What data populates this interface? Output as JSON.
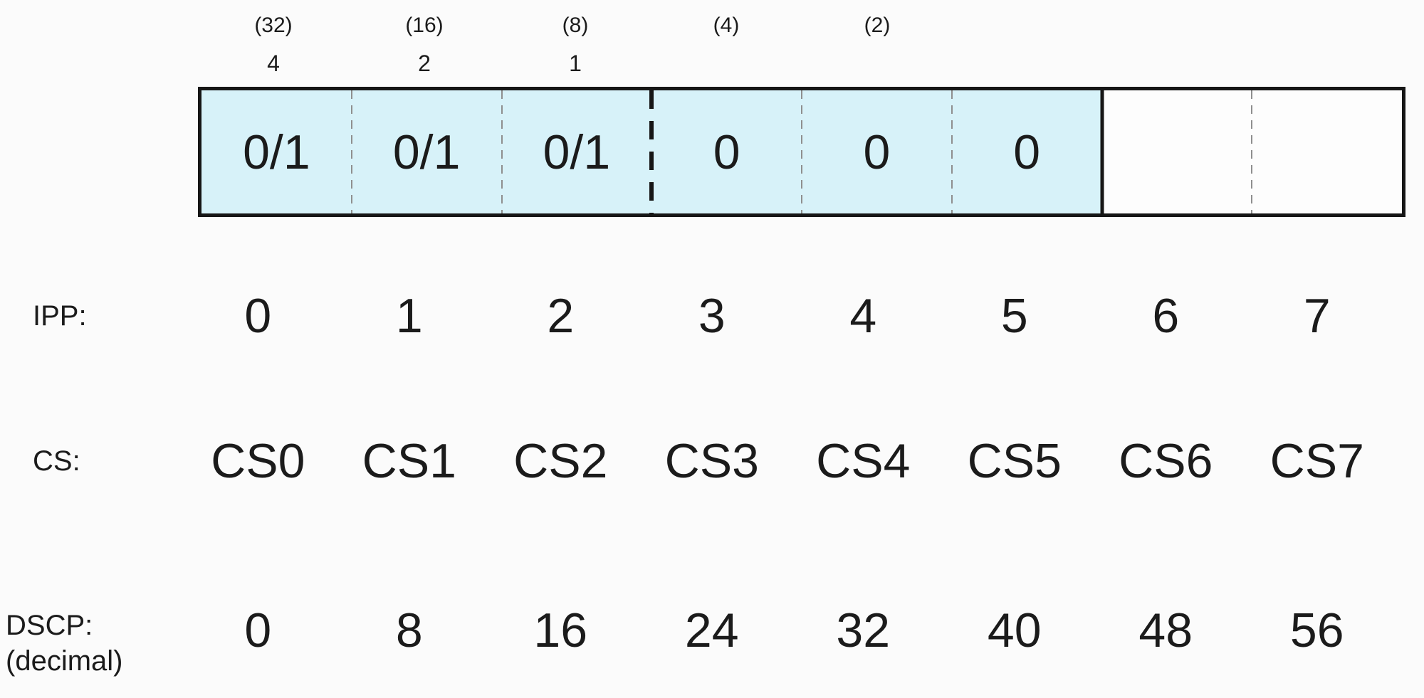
{
  "colors": {
    "background": "#fbfbfb",
    "cell_fill": "#d7f2f9",
    "border": "#161616",
    "divider_gray": "#8f8f8f",
    "text": "#1b1b1b"
  },
  "bit_field": {
    "dscp_weight_labels": [
      "(32)",
      "(16)",
      "(8)",
      "(4)",
      "(2)"
    ],
    "ipp_weight_labels": [
      "4",
      "2",
      "1"
    ],
    "cells": [
      "0/1",
      "0/1",
      "0/1",
      "0",
      "0",
      "0",
      "",
      ""
    ]
  },
  "rows": {
    "ipp": {
      "label": "IPP:",
      "values": [
        "0",
        "1",
        "2",
        "3",
        "4",
        "5",
        "6",
        "7"
      ]
    },
    "cs": {
      "label": "CS:",
      "values": [
        "CS0",
        "CS1",
        "CS2",
        "CS3",
        "CS4",
        "CS5",
        "CS6",
        "CS7"
      ]
    },
    "dscp": {
      "label": "DSCP:",
      "sublabel": "(decimal)",
      "values": [
        "0",
        "8",
        "16",
        "24",
        "32",
        "40",
        "48",
        "56"
      ]
    }
  }
}
